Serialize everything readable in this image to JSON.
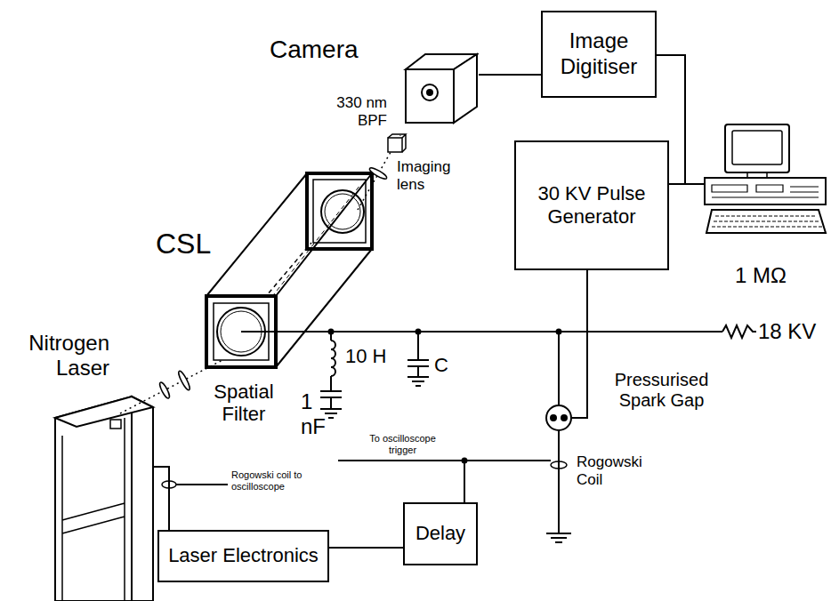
{
  "diagram": {
    "nodes": [
      {
        "text": [
          "Camera"
        ]
      },
      {
        "text": [
          "Image Digitiser"
        ]
      },
      {
        "text": [
          "30 KV Pulse Generator"
        ]
      },
      {
        "text": [
          "Laser Electronics"
        ]
      },
      {
        "text": [
          "Delay"
        ]
      }
    ],
    "edges": [
      {
        "from": 0,
        "to": 1,
        "arrow": "none"
      },
      {
        "from": 3,
        "to": 4,
        "arrow": "none"
      }
    ],
    "labels": [
      "330 nm BPF",
      "Imaging lens",
      "CSL",
      "1 MΩ",
      "18 KV",
      "10 H",
      "1 nF",
      "C",
      "Pressurised Spark Gap",
      "Nitrogen Laser",
      "Spatial Filter",
      "To oscilloscope trigger",
      "Rogowski Coil",
      "Rogowski coil to oscilloscope"
    ]
  }
}
